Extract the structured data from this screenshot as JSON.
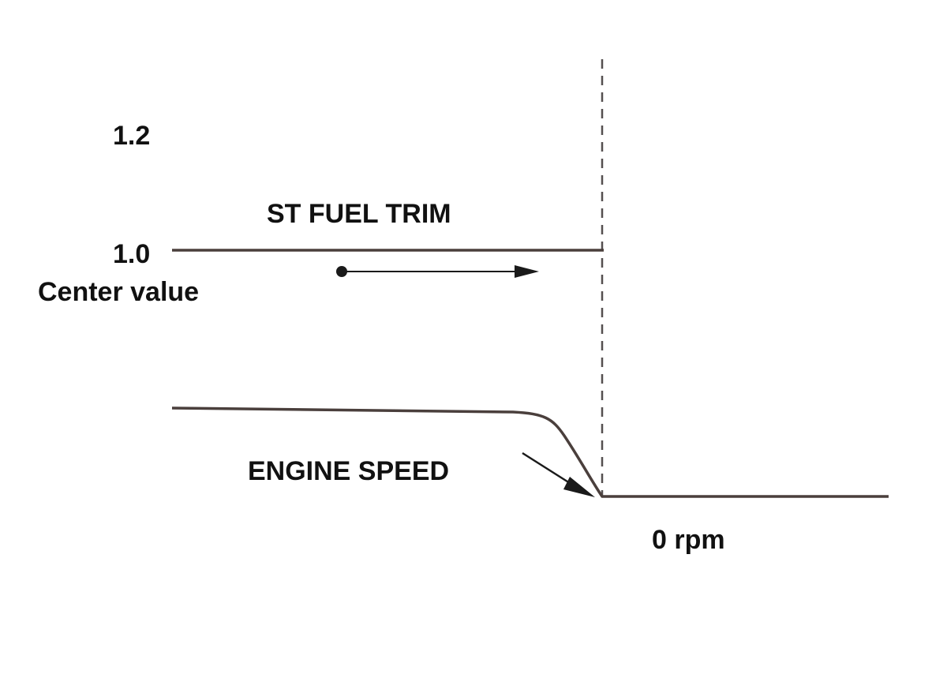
{
  "labels": {
    "y_upper": "1.2",
    "y_center": "1.0",
    "center_caption": "Center value",
    "st_fuel_trim": "ST FUEL TRIM",
    "engine_speed": "ENGINE SPEED",
    "zero_rpm": "0 rpm"
  },
  "colors": {
    "line": "#4a3f3c",
    "dashed_line": "#555050",
    "text": "#111111",
    "background": "#ffffff"
  }
}
